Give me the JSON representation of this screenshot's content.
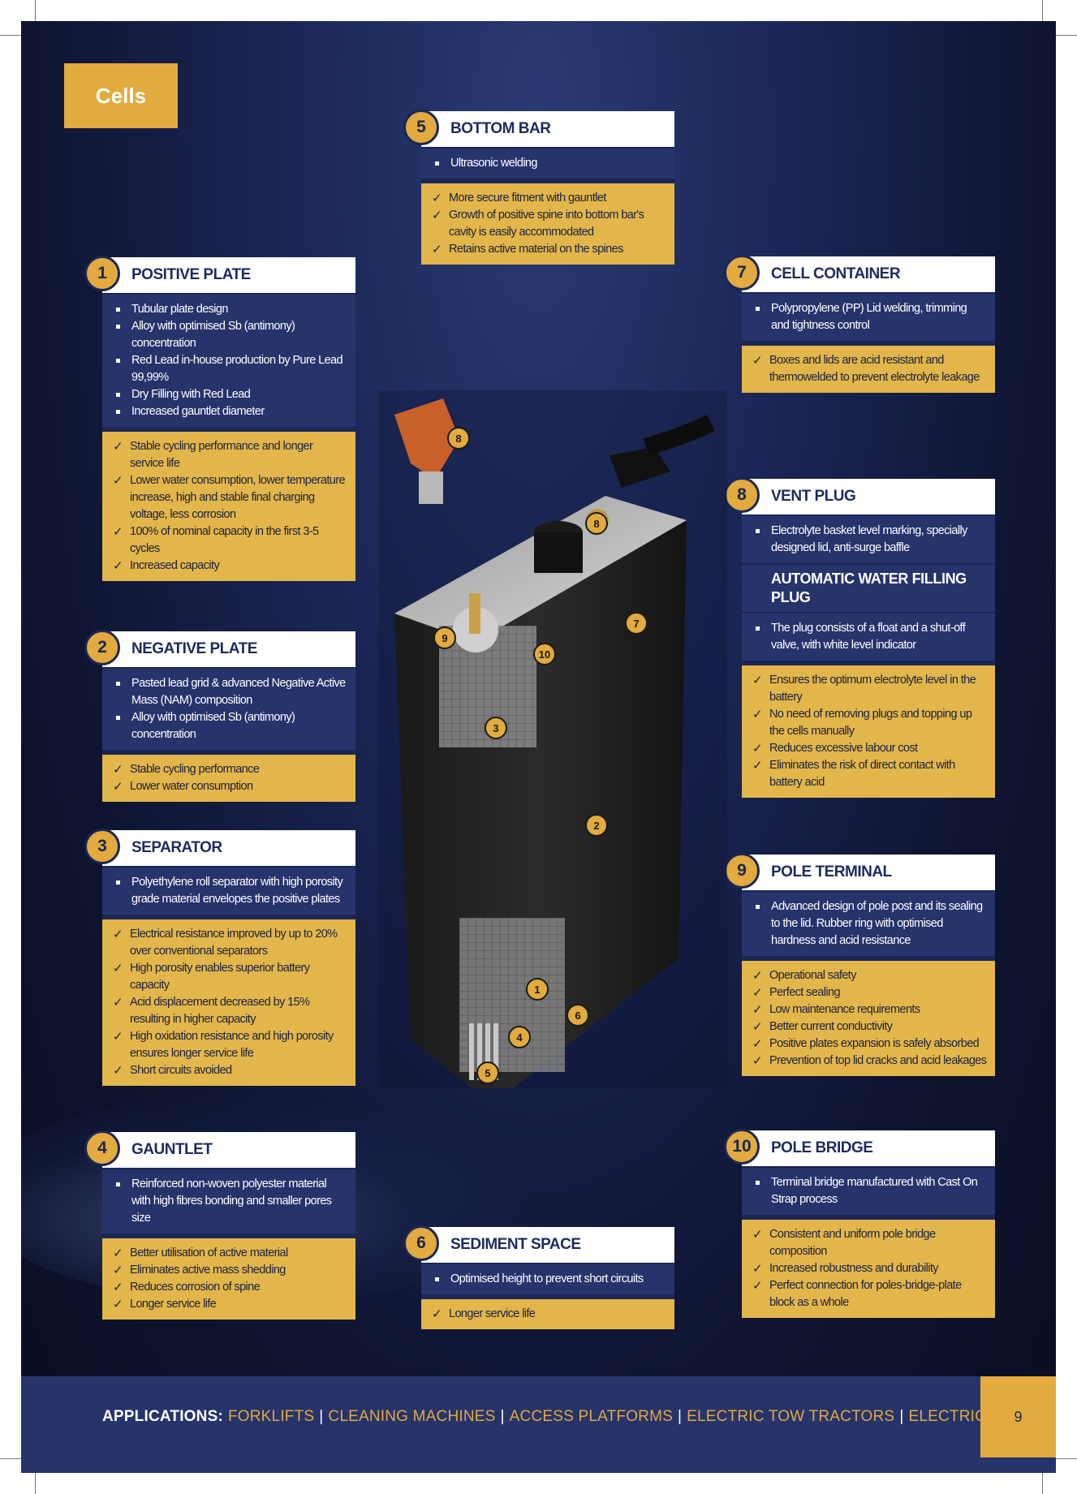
{
  "cells_label": "Cells",
  "panels": {
    "positive_plate": {
      "num": "1",
      "title": "POSITIVE PLATE",
      "features": [
        "Tubular plate design",
        "Alloy with optimised Sb (antimony) concentration",
        "Red Lead in-house production by Pure Lead 99,99%",
        "Dry Filling with Red Lead",
        "Increased gauntlet diameter"
      ],
      "benefits": [
        "Stable cycling performance and longer service life",
        "Lower water consumption, lower temperature increase, high and stable final charging voltage, less corrosion",
        "100% of nominal capacity in the first 3-5 cycles",
        "Increased capacity"
      ]
    },
    "negative_plate": {
      "num": "2",
      "title": "NEGATIVE PLATE",
      "features": [
        "Pasted lead grid & advanced Negative Active Mass (NAM) composition",
        "Alloy with optimised Sb (antimony) concentration"
      ],
      "benefits": [
        "Stable cycling performance",
        "Lower water consumption"
      ]
    },
    "separator": {
      "num": "3",
      "title": "SEPARATOR",
      "features": [
        "Polyethylene roll separator with high porosity grade material envelopes the positive plates"
      ],
      "benefits": [
        "Electrical resistance improved by up to 20% over conventional separators",
        "High porosity enables superior battery capacity",
        "Acid displacement decreased by 15% resulting in higher capacity",
        "High oxidation resistance and high porosity ensures longer service life",
        "Short circuits avoided"
      ]
    },
    "gauntlet": {
      "num": "4",
      "title": "GAUNTLET",
      "features": [
        "Reinforced non-woven polyester material with high fibres bonding and smaller pores size"
      ],
      "benefits": [
        "Better utilisation of active material",
        "Eliminates active mass shedding",
        "Reduces corrosion of spine",
        "Longer service life"
      ]
    },
    "bottom_bar": {
      "num": "5",
      "title": "BOTTOM BAR",
      "features": [
        "Ultrasonic welding"
      ],
      "benefits": [
        "More secure fitment with gauntlet",
        "Growth of positive spine into bottom bar's cavity is easily accommodated",
        "Retains active material on the spines"
      ]
    },
    "sediment_space": {
      "num": "6",
      "title": "SEDIMENT SPACE",
      "features": [
        "Optimised height to prevent short circuits"
      ],
      "benefits": [
        "Longer service life"
      ]
    },
    "cell_container": {
      "num": "7",
      "title": "CELL CONTAINER",
      "features": [
        "Polypropylene (PP) Lid welding, trimming and tightness control"
      ],
      "benefits": [
        "Boxes and lids are acid resistant and thermowelded to prevent electrolyte leakage"
      ]
    },
    "vent_plug": {
      "num": "8",
      "title": "VENT PLUG",
      "features": [
        "Electrolyte basket level marking, specially designed lid, anti-surge baffle"
      ],
      "subtitle": "AUTOMATIC WATER FILLING PLUG",
      "sub_features": [
        "The plug consists of a float and a shut-off valve, with white level indicator"
      ],
      "benefits": [
        "Ensures the optimum electrolyte level in the battery",
        "No need of removing plugs and topping up the cells manually",
        "Reduces excessive labour cost",
        "Eliminates the risk of direct contact with battery acid"
      ]
    },
    "pole_terminal": {
      "num": "9",
      "title": "POLE TERMINAL",
      "features": [
        "Advanced design of pole post and its sealing to the lid. Rubber ring with optimised hardness and acid resistance"
      ],
      "benefits": [
        "Operational safety",
        "Perfect sealing",
        "Low maintenance requirements",
        "Better current conductivity",
        "Positive plates expansion is safely absorbed",
        "Prevention of top lid cracks and acid leakages"
      ]
    },
    "pole_bridge": {
      "num": "10",
      "title": "POLE BRIDGE",
      "features": [
        "Terminal bridge manufactured with Cast On Strap process"
      ],
      "benefits": [
        "Consistent and uniform pole bridge composition",
        "Increased robustness and durability",
        "Perfect connection for poles-bridge-plate block as a whole"
      ]
    }
  },
  "callouts": [
    "8",
    "8",
    "9",
    "10",
    "7",
    "3",
    "2",
    "1",
    "6",
    "4",
    "5"
  ],
  "footer": {
    "label": "APPLICATIONS:",
    "items": [
      "FORKLIFTS",
      "CLEANING MACHINES",
      "ACCESS PLATFORMS",
      "ELECTRIC TOW TRACTORS",
      "ELECTRIC VEHICLES"
    ],
    "separator": "|",
    "page_number": "9"
  },
  "colors": {
    "navy": "#1b2656",
    "panel_blue": "#27336b",
    "gold": "#e2aa3f",
    "gold_light": "#e2b64a"
  }
}
